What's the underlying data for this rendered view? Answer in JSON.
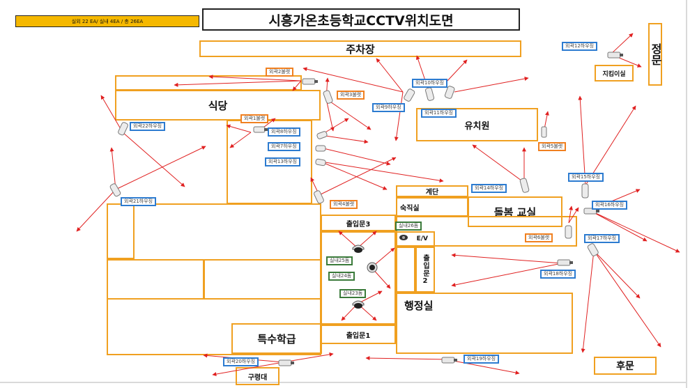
{
  "title": "시흥가온초등학교CCTV위치도면",
  "summary": "실외 22 EA/ 실내 4EA / 총 26EA",
  "rooms": {
    "parking": "주차장",
    "main_gate": "정문",
    "guard": "지킴이실",
    "cafeteria": "식당",
    "kindergarten": "유치원",
    "stairs": "계단",
    "duty_room": "숙직실",
    "care_room": "돌봄 교실",
    "entrance3": "출입문3",
    "ev": "E/V",
    "entrance2": "출입문2",
    "admin": "행정실",
    "special": "특수학급",
    "entrance1": "출입문1",
    "podium": "구령대",
    "back_gate": "후문"
  },
  "cameras": {
    "ext2": "외곽2불렛",
    "ext3": "외곽3불렛",
    "ext10": "외곽10하우징",
    "ext9": "외곽9하우징",
    "ext11": "외곽11하우징",
    "ext12": "외곽12하우징",
    "ext1": "외곽1불렛",
    "ext22": "외곽22하우징",
    "ext8": "외곽8하우징",
    "ext7": "외곽7하우징",
    "ext13": "외곽13하우징",
    "ext5": "외곽5불렛",
    "ext21": "외곽21하우징",
    "ext4": "외곽4불렛",
    "ext14": "외곽14하우징",
    "ext15": "외곽15하우징",
    "ext16": "외곽16하우징",
    "ext6": "외곽6불렛",
    "ext17": "외곽17하우징",
    "ext18": "외곽18하우징",
    "ext19": "외곽19하우징",
    "ext20": "외곽20하우징",
    "in26": "실내26돔",
    "in25": "실내25돔",
    "in24": "실내24돔",
    "in23": "실내23돔"
  },
  "colors": {
    "room_border": "#f0a020",
    "arrow": "#e02020",
    "housing_border": "#2c7bd0",
    "bullet_border": "#f08020",
    "dome_border": "#3a7a3a",
    "summary_fill": "#f5b800"
  },
  "icons": {
    "housing": "housing-camera-icon",
    "bullet": "bullet-camera-icon",
    "dome": "dome-camera-icon",
    "arrow": "view-direction-arrow-icon"
  }
}
